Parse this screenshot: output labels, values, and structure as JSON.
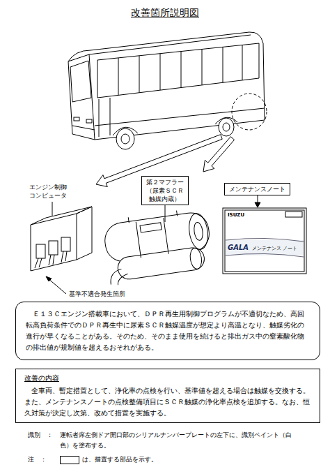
{
  "diagram": {
    "title": "改善箇所説明図",
    "nodes": [
      {
        "text": [
          "第２マフラー（尿素ＳＣＲ触媒内蔵）"
        ]
      },
      {
        "text": [
          "メンテナンスノート"
        ]
      },
      {
        "text": [
          "Ｅ１３Ｃエンジン搭載車において、ＤＰＲ再生用制御プログラムが不適切なため、高回転高負荷条件でのＤＰＲ再生中に尿素ＳＣＲ触媒温度が想定より高温となり、触媒劣化の進行が早くなることがある。そのため、そのまま使用を続けると排出ガス中の窒素酸化物の排出値が規制値を超えるおそれがある。"
        ]
      },
      {
        "text": [
          "改善の内容",
          "全車両、暫定措置として、浄化率の点検を行い、基準値を超える場合は触媒を交換する。また、メンテナンスノートの点検整備項目にＳＣＲ触媒の浄化率点検を追加する。なお、恒久対策が決定し次第、改めて措置を実施する。"
        ]
      }
    ],
    "labels": [
      "エンジン制御コンピュータ",
      "ISUZU",
      "GALA",
      "メンテナンス ノート",
      "基準不適合発生箇所",
      "識別　：",
      "運転者席左側ドア開口部のシリアルナンバープレートの左下に、識別ペイント（白色）を塗布する。",
      "注　：",
      "は、措置する部品を示す。"
    ]
  }
}
